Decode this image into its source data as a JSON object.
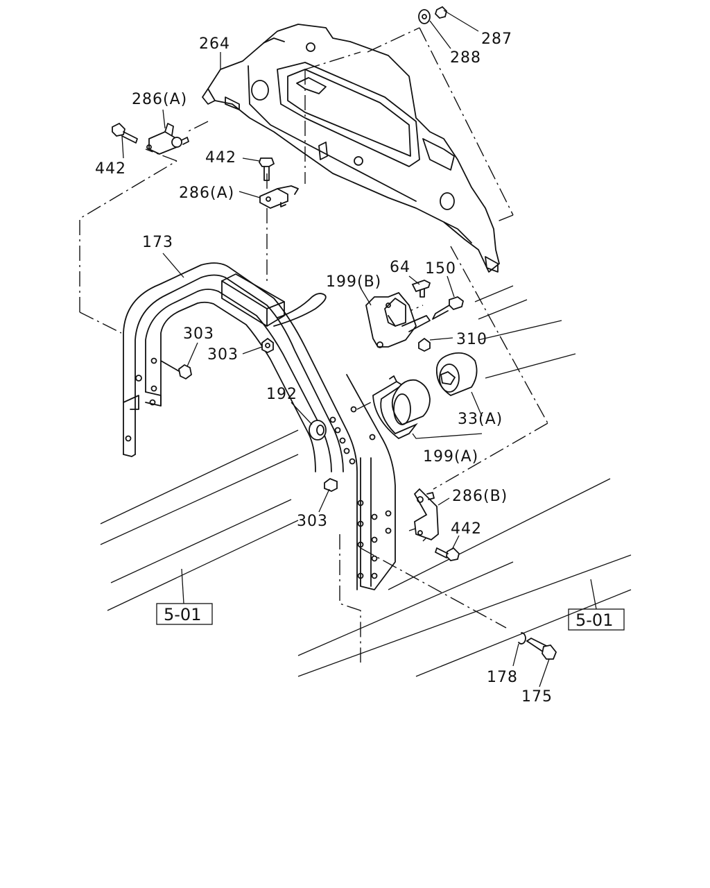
{
  "labels": [
    {
      "id": "264",
      "text": "264"
    },
    {
      "id": "287",
      "text": "287"
    },
    {
      "id": "288",
      "text": "288"
    },
    {
      "id": "286a_top",
      "text": "286(A)"
    },
    {
      "id": "442_left",
      "text": "442"
    },
    {
      "id": "442_mid",
      "text": "442"
    },
    {
      "id": "286a_mid",
      "text": "286(A)"
    },
    {
      "id": "173",
      "text": "173"
    },
    {
      "id": "199b",
      "text": "199(B)"
    },
    {
      "id": "64",
      "text": "64"
    },
    {
      "id": "150",
      "text": "150"
    },
    {
      "id": "310",
      "text": "310"
    },
    {
      "id": "303_a",
      "text": "303"
    },
    {
      "id": "303_b",
      "text": "303"
    },
    {
      "id": "192",
      "text": "192"
    },
    {
      "id": "33a",
      "text": "33(A)"
    },
    {
      "id": "199a",
      "text": "199(A)"
    },
    {
      "id": "286b",
      "text": "286(B)"
    },
    {
      "id": "442_right",
      "text": "442"
    },
    {
      "id": "303_c",
      "text": "303"
    },
    {
      "id": "178",
      "text": "178"
    },
    {
      "id": "175",
      "text": "175"
    }
  ],
  "refs": [
    {
      "id": "ref_left",
      "text": "5-01"
    },
    {
      "id": "ref_right",
      "text": "5-01"
    }
  ]
}
